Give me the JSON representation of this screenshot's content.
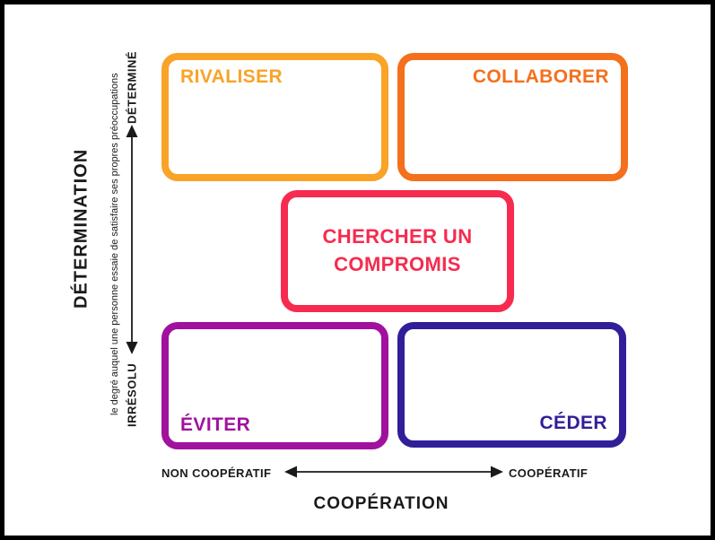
{
  "colors": {
    "rivaliser": "#F9A327",
    "collaborer": "#F4701C",
    "compromis": "#F62B4F",
    "eviter": "#A0129E",
    "ceder": "#311F99",
    "axis-ink": "#1A1A1A",
    "frame": "#000000",
    "background": "#FFFFFF"
  },
  "boxes": {
    "rivaliser": "RIVALISER",
    "collaborer": "COLLABORER",
    "compromis": "CHERCHER UN COMPROMIS",
    "eviter": "ÉVITER",
    "ceder": "CÉDER"
  },
  "y_axis": {
    "title": "DÉTERMINATION",
    "description": "le degré auquel une personne essaie de satisfaire ses propres préoccupations",
    "top_label": "DÉTERMINÉ",
    "bottom_label": "IRRÉSOLU"
  },
  "x_axis": {
    "title": "COOPÉRATION",
    "left_label": "NON COOPÉRATIF",
    "right_label": "COOPÉRATIF"
  }
}
